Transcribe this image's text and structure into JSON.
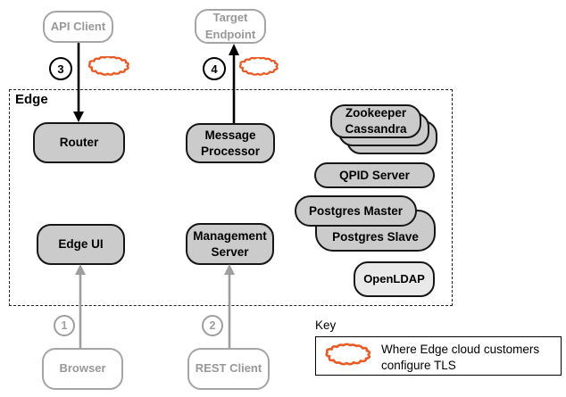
{
  "edge_group": {
    "label": "Edge"
  },
  "nodes": {
    "api_client": "API Client",
    "target_endpoint": "Target\nEndpoint",
    "router": "Router",
    "message_processor": "Message\nProcessor",
    "zookeeper_cassandra": "Zookeeper\nCassandra",
    "qpid_server": "QPID Server",
    "postgres_master": "Postgres Master",
    "postgres_slave": "Postgres Slave",
    "openldap": "OpenLDAP",
    "edge_ui": "Edge UI",
    "management_server": "Management\nServer",
    "browser": "Browser",
    "rest_client": "REST Client"
  },
  "steps": {
    "one": "1",
    "two": "2",
    "three": "3",
    "four": "4"
  },
  "key": {
    "title": "Key",
    "cloud_meaning": "Where Edge cloud customers configure TLS"
  },
  "colors": {
    "tls_cloud": "#e85b25",
    "node_fill": "#cbcbcb",
    "node_fill_light": "#e9e9e9",
    "external_gray": "#989898"
  }
}
